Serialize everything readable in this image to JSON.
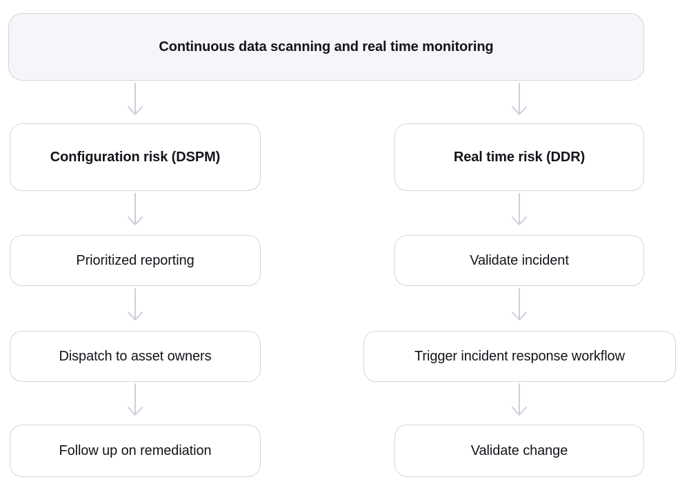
{
  "flow": {
    "top": {
      "label": "Continuous data scanning and real time monitoring"
    },
    "columns": [
      {
        "id": "dspm",
        "header": "Configuration risk (DSPM)",
        "steps": [
          "Prioritized reporting",
          "Dispatch to asset owners",
          "Follow up on remediation"
        ]
      },
      {
        "id": "ddr",
        "header": "Real time risk (DDR)",
        "steps": [
          "Validate incident",
          "Trigger incident response workflow",
          "Validate change"
        ]
      }
    ],
    "colors": {
      "top_fill": "#f4f6fa",
      "node_fill": "#ffffff",
      "border": "#cdd3df",
      "arrow": "#c9cfda",
      "text": "#13131a"
    }
  }
}
